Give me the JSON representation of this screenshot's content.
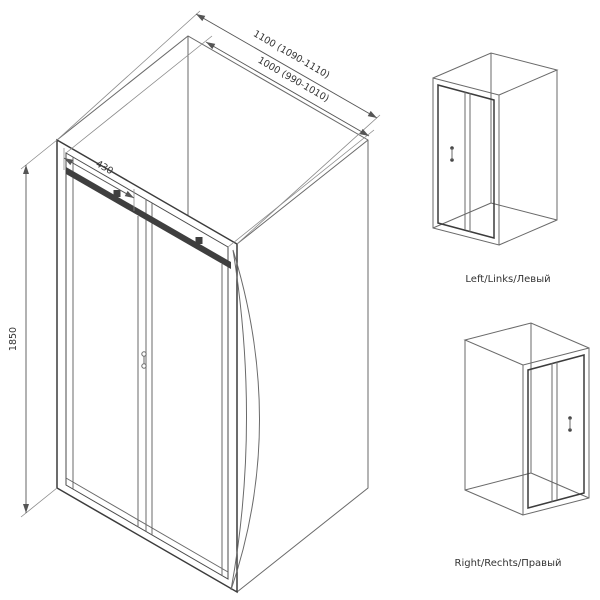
{
  "drawing": {
    "type": "shower-door-technical-diagram",
    "main": {
      "dims": {
        "width_outer": "1100 (1090-1110)",
        "width_adjust": "1000 (990-1010)",
        "panel_width": "430",
        "height": "1850"
      }
    },
    "variants": [
      {
        "id": "left",
        "label": "Left/Links/Левый"
      },
      {
        "id": "right",
        "label": "Right/Rechts/Правый"
      }
    ],
    "colors": {
      "background": "#ffffff",
      "outline": "#6a6a6a",
      "frame": "#3c3c3c",
      "rail": "#3f3f3f",
      "dimension": "#555555",
      "text": "#333333"
    }
  }
}
